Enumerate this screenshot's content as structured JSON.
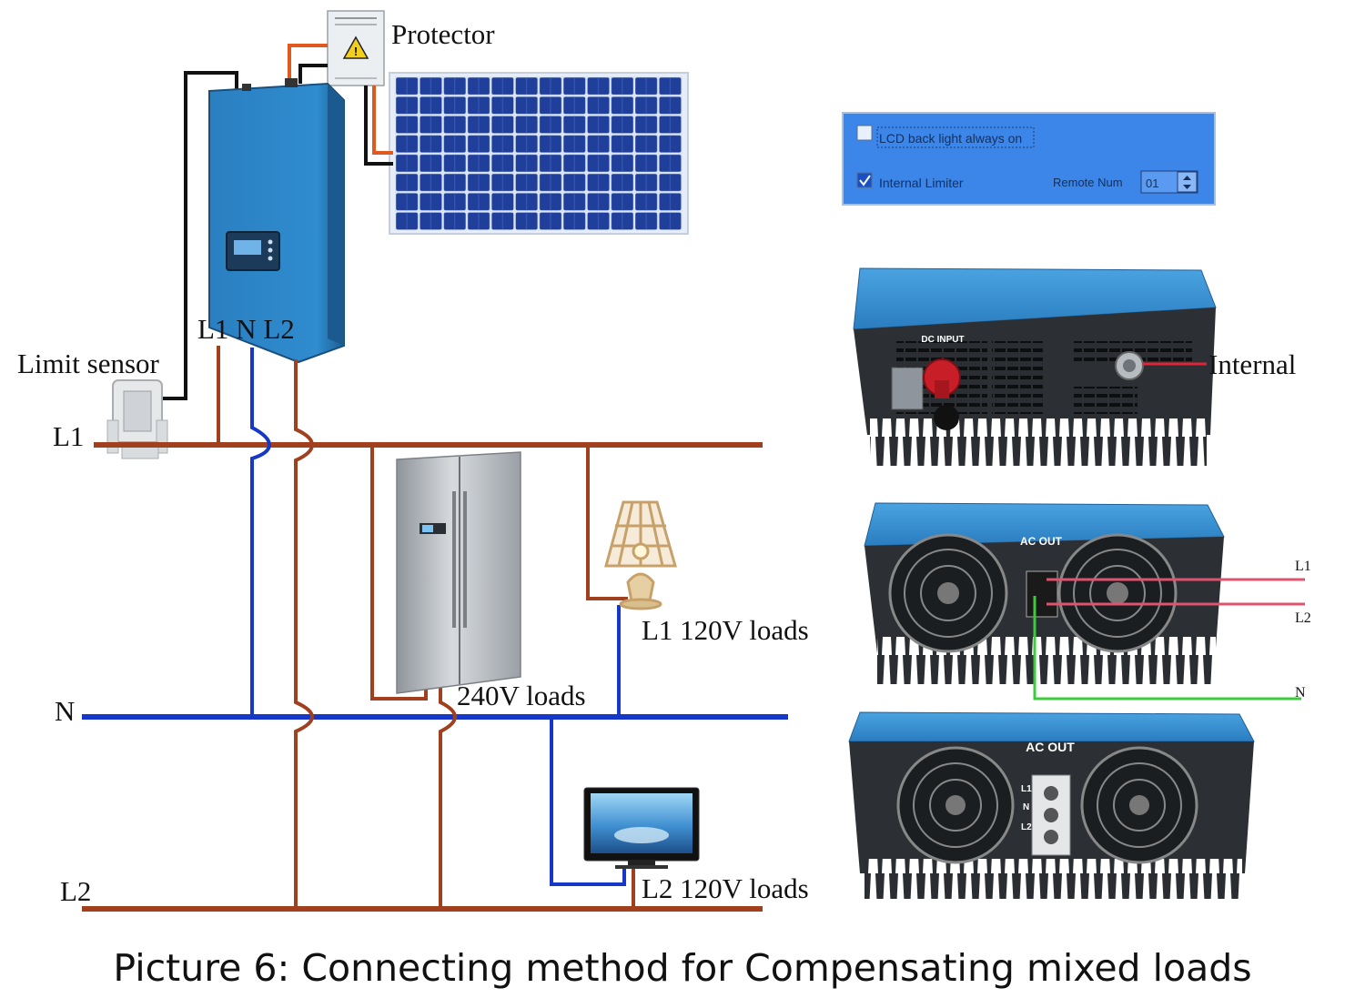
{
  "labels": {
    "protector": "Protector",
    "limit_sensor": "Limit sensor",
    "inverter_terminals": "L1 N L2",
    "bus_l1": "L1",
    "bus_n": "N",
    "bus_l2": "L2",
    "load_240v": "240V loads",
    "load_l1_120v": "L1 120V loads",
    "load_l2_120v": "L2 120V loads",
    "internal": "Internal",
    "wire_l1": "L1",
    "wire_l2": "L2",
    "wire_n": "N"
  },
  "settings_panel": {
    "lcd_backlight_label": "LCD back light always on",
    "lcd_backlight_checked": false,
    "internal_limiter_label": "Internal Limiter",
    "internal_limiter_checked": true,
    "remote_num_label": "Remote Num",
    "remote_num_value": "01"
  },
  "panel_labels": {
    "dc_input": "DC INPUT",
    "ac_out_top": "AC OUT",
    "ac_out_bottom": "AC OUT",
    "term_l1": "L1",
    "term_n": "N",
    "term_l2": "L2"
  },
  "caption": "Picture 6:  Connecting method for Compensating mixed loads",
  "colors": {
    "live_wire": "#a0401f",
    "neutral_wire": "#1538c8",
    "sensor_wire": "#111111",
    "pv_wire": "#e05a20",
    "inverter_blue": "#2f86c6",
    "solar_cell": "#1f3f9a",
    "callout_pink": "#e0536f",
    "callout_green": "#3ccb3c"
  }
}
